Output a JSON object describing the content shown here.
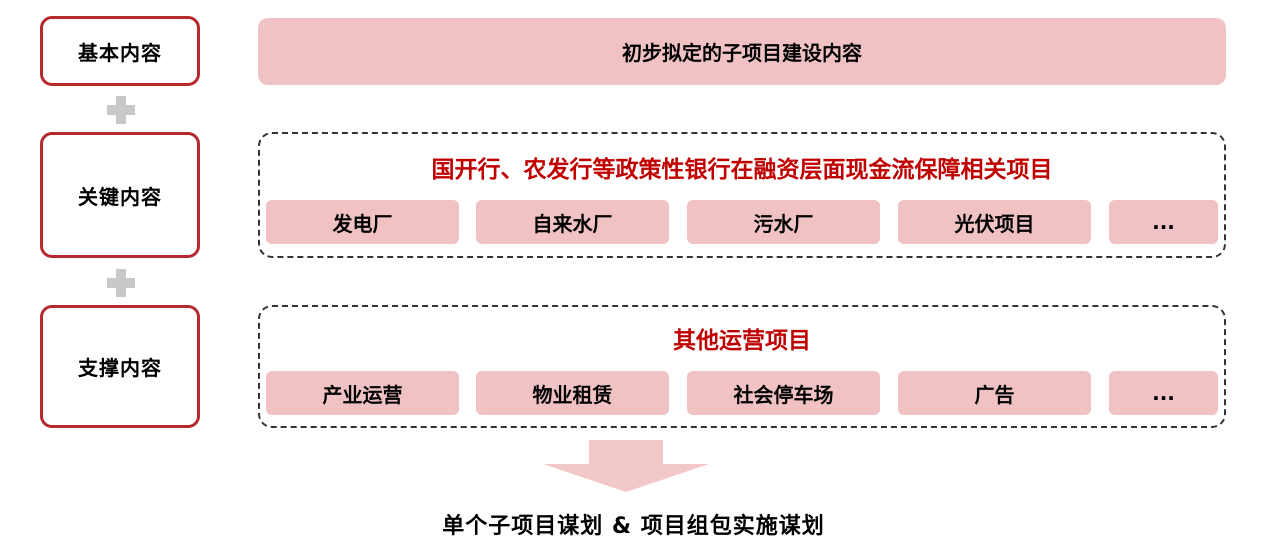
{
  "labels": {
    "basic": "基本内容",
    "key": "关键内容",
    "support": "支撑内容"
  },
  "basic_content": "初步拟定的子项目建设内容",
  "key_group": {
    "title": "国开行、农发行等政策性银行在融资层面现金流保障相关项目",
    "items": [
      "发电厂",
      "自来水厂",
      "污水厂",
      "光伏项目",
      "..."
    ]
  },
  "support_group": {
    "title": "其他运营项目",
    "items": [
      "产业运营",
      "物业租赁",
      "社会停车场",
      "广告",
      "..."
    ]
  },
  "footer": "单个子项目谋划 & 项目组包实施谋划",
  "colors": {
    "box_border": "#b52a2f",
    "pink_fill": "#f0c2c3",
    "title_red": "#c00000",
    "plus_gray": "#c8c8c8",
    "arrow_fill": "#f2c8c9"
  },
  "icons": {
    "connector": "plus-icon",
    "flow": "arrow-down-icon"
  }
}
